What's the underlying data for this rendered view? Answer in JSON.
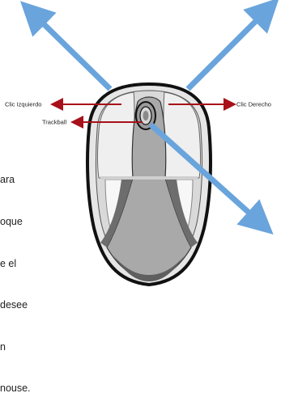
{
  "labels": {
    "left_click": "Clic Izquierdo",
    "right_click": "Clic Derecho",
    "trackball": "Trackball"
  },
  "body_text_lines": [
    "ara",
    "oque",
    "e el",
    "desee",
    "n",
    "nouse."
  ],
  "colors": {
    "arrow_blue": "#6aa4dc",
    "arrow_red": "#a8101a",
    "mouse_outline": "#111111",
    "mouse_light": "#e6e6e6",
    "mouse_mid": "#a9a9a9",
    "mouse_dark": "#5f5f5f",
    "mouse_white": "#f7f7f7"
  },
  "icons": {
    "mouse": "mouse-illustration-icon",
    "trackball": "trackball-icon"
  }
}
